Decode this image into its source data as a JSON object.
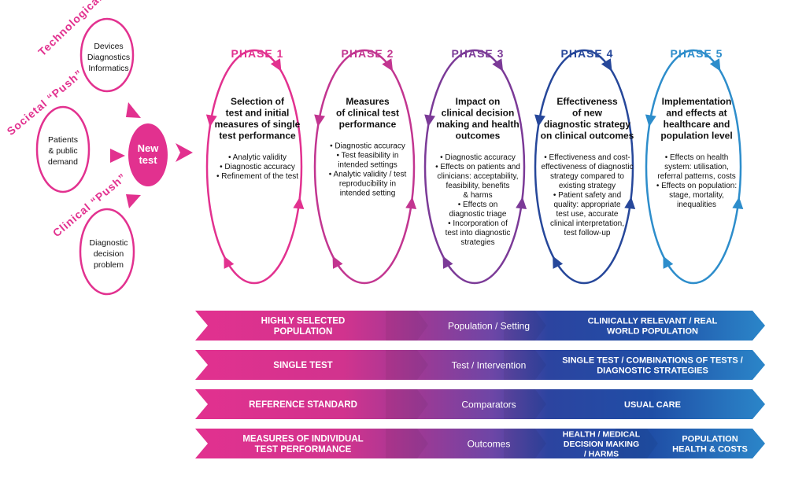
{
  "pushes": [
    {
      "title": "Technological “Push”",
      "lines": [
        "Devices",
        "Diagnostics",
        "Informatics"
      ]
    },
    {
      "title": "Societal “Push”",
      "lines": [
        "Patients",
        "& public",
        "demand"
      ]
    },
    {
      "title": "Clinical “Push”",
      "lines": [
        "Diagnostic",
        "decision",
        "problem"
      ]
    }
  ],
  "new_test": [
    "New",
    "test"
  ],
  "phases": [
    {
      "label": "PHASE 1",
      "color": "#e2318f",
      "title": [
        "Selection of",
        "test and initial",
        "measures of single",
        "test performance"
      ],
      "bullets": [
        "• Analytic validity",
        "• Diagnostic accuracy",
        "• Refinement of the test"
      ]
    },
    {
      "label": "PHASE 2",
      "color": "#c23590",
      "title": [
        "Measures",
        "of clinical test",
        "performance"
      ],
      "bullets": [
        "• Diagnostic accuracy",
        "• Test feasibility in",
        "intended settings",
        "• Analytic validity / test",
        "reproducibility in",
        "intended setting"
      ]
    },
    {
      "label": "PHASE 3",
      "color": "#7b3a97",
      "title": [
        "Impact on",
        "clinical decision",
        "making and health",
        "outcomes"
      ],
      "bullets": [
        "• Diagnostic accuracy",
        "• Effects on patients and",
        "clinicians: acceptability,",
        "feasibility, benefits",
        "& harms",
        "• Effects on",
        "diagnostic triage",
        "• Incorporation of",
        "test into diagnostic",
        "strategies"
      ]
    },
    {
      "label": "PHASE 4",
      "color": "#26479a",
      "title": [
        "Effectiveness",
        "of new",
        "diagnostic strategy",
        "on clinical outcomes"
      ],
      "bullets": [
        "• Effectiveness and cost-",
        "effectiveness of diagnostic",
        "strategy compared to",
        "existing strategy",
        "• Patient safety and",
        "quality: appropriate",
        "test use, accurate",
        "clinical interpretation,",
        "test follow-up"
      ]
    },
    {
      "label": "PHASE 5",
      "color": "#2d8dcb",
      "title": [
        "Implementation",
        "and effects at",
        "healthcare and",
        "population level"
      ],
      "bullets": [
        "• Effects on health",
        "system: utilisation,",
        "referral patterns, costs",
        "• Effects on population:",
        "stage, mortality,",
        "inequalities"
      ]
    }
  ],
  "bands": [
    {
      "left": [
        "HIGHLY SELECTED",
        "POPULATION"
      ],
      "middle": "Population / Setting",
      "right": [
        "CLINICALLY RELEVANT / REAL",
        "WORLD POPULATION"
      ]
    },
    {
      "left": [
        "SINGLE TEST"
      ],
      "middle": "Test / Intervention",
      "right": [
        "SINGLE TEST / COMBINATIONS OF TESTS /",
        "DIAGNOSTIC STRATEGIES"
      ]
    },
    {
      "left": [
        "REFERENCE STANDARD"
      ],
      "middle": "Comparators",
      "right": [
        "USUAL CARE"
      ]
    },
    {
      "left": [
        "MEASURES OF INDIVIDUAL",
        "TEST PERFORMANCE"
      ],
      "middle": "Outcomes",
      "right_a": [
        "HEALTH / MEDICAL",
        "DECISION MAKING",
        "/ HARMS"
      ],
      "right_b": [
        "POPULATION",
        "HEALTH & COSTS"
      ]
    }
  ],
  "colors": {
    "magenta": "#e2318f",
    "purple": "#7a4ba8",
    "navy": "#1f3f96",
    "blue": "#2d8dcb"
  }
}
